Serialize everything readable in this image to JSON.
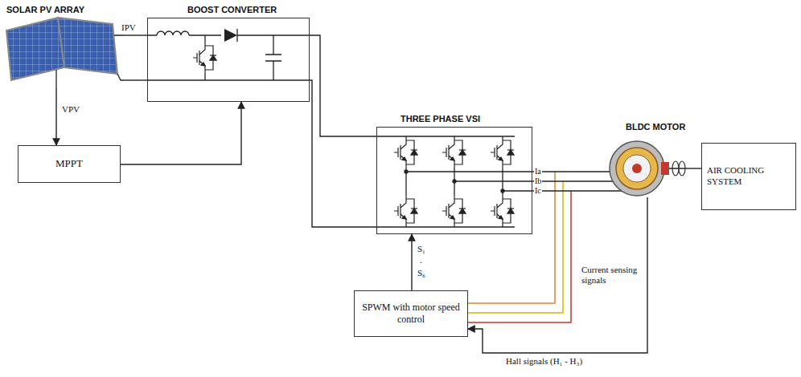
{
  "diagram": {
    "nodes": [
      {
        "text": [
          "SOLAR PV ARRAY"
        ]
      },
      {
        "text": [
          "BOOST CONVERTER"
        ]
      },
      {
        "text": [
          "MPPT"
        ]
      },
      {
        "text": [
          "THREE PHASE VSI"
        ]
      },
      {
        "text": [
          "BLDC MOTOR"
        ]
      },
      {
        "text": [
          "AIR COOLING SYSTEM"
        ]
      },
      {
        "text": [
          "SPWM with motor speed control"
        ]
      }
    ],
    "edges": [
      {
        "from": 0,
        "to": 1,
        "arrow": "none",
        "label": "IPV"
      },
      {
        "from": 0,
        "to": 1,
        "arrow": "none"
      },
      {
        "from": 0,
        "to": 2,
        "arrow": "to",
        "label": "VPV"
      },
      {
        "from": 2,
        "to": 1,
        "arrow": "to"
      },
      {
        "from": 1,
        "to": 3,
        "arrow": "none"
      },
      {
        "from": 1,
        "to": 3,
        "arrow": "none"
      },
      {
        "from": 3,
        "to": 4,
        "arrow": "none",
        "label": "Ia"
      },
      {
        "from": 3,
        "to": 4,
        "arrow": "none",
        "label": "Ib"
      },
      {
        "from": 3,
        "to": 4,
        "arrow": "none",
        "label": "Ic"
      },
      {
        "from": 4,
        "to": 5,
        "arrow": "none"
      },
      {
        "from": 6,
        "to": 3,
        "arrow": "to"
      },
      {
        "from": 4,
        "to": 6,
        "arrow": "to",
        "label": "Hall signals (H₁ - H₃)"
      }
    ],
    "labels": [
      "S₁",
      ".",
      "S₆",
      "Current sensing signals"
    ]
  }
}
